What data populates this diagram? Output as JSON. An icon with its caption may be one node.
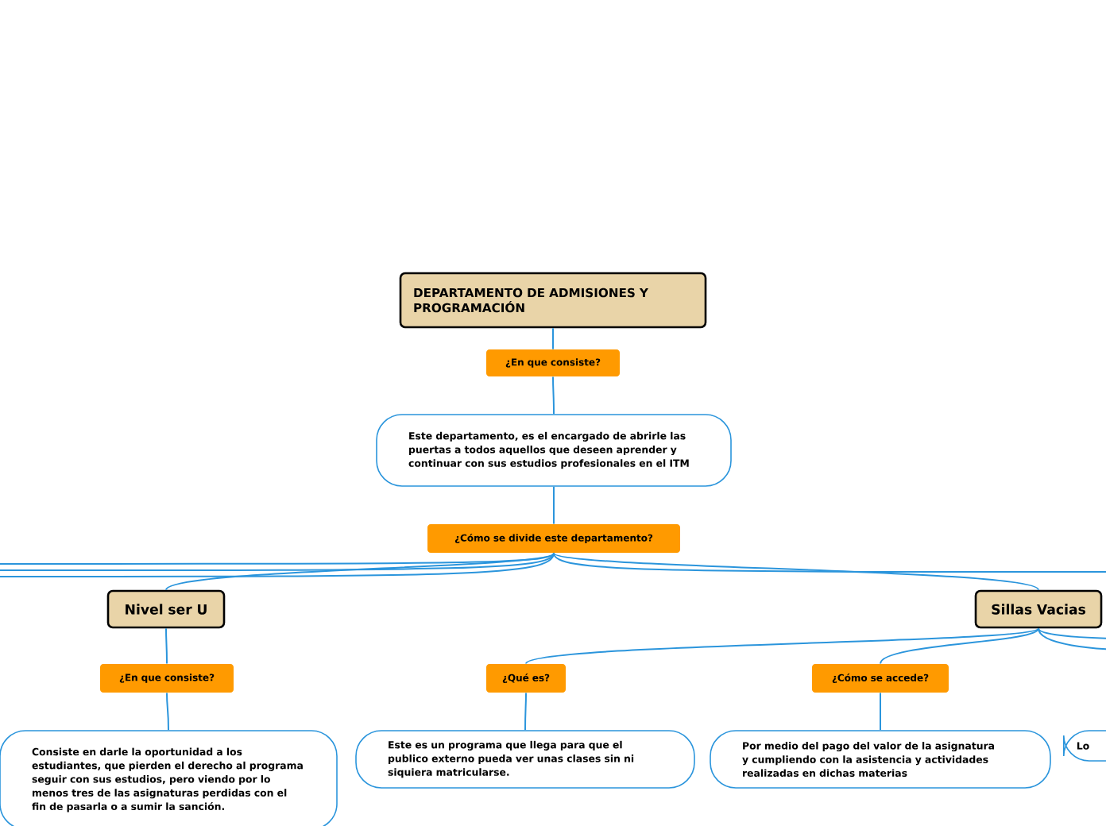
{
  "diagram": {
    "nodes": [
      {
        "text": [
          "DEPARTAMENTO DE ADMISIONES Y PROGRAMACIÓN"
        ]
      },
      {
        "text": [
          "¿En que consiste?"
        ]
      },
      {
        "text": [
          "Este departamento, es el encargado de abrirle las puertas a todos aquellos que deseen aprender y continuar con sus estudios profesionales en el ITM"
        ]
      },
      {
        "text": [
          "¿Cómo se divide este departamento?"
        ]
      },
      {
        "text": [
          "Nivel ser U"
        ]
      },
      {
        "text": [
          "¿En que consiste?"
        ]
      },
      {
        "text": [
          "Consiste en darle la oportunidad a los estudiantes, que pierden el derecho al programa seguir con sus estudios, pero viendo por lo menos tres de las asignaturas perdidas con el fin de pasarla o a sumir la sanción."
        ]
      },
      {
        "text": [
          "Sillas Vacias"
        ]
      },
      {
        "text": [
          "¿Qué es?"
        ]
      },
      {
        "text": [
          "Este es un programa que llega para que el publico externo pueda ver unas clases sin ni siquiera matricularse."
        ]
      },
      {
        "text": [
          "¿Cómo se accede?"
        ]
      },
      {
        "text": [
          "Por medio del pago del valor de la asignatura y cumpliendo con la asistencia y actividades realizadas en dichas materias"
        ]
      },
      {
        "text": [
          "Lo"
        ]
      }
    ],
    "edges": [
      {
        "from": 0,
        "to": 1,
        "arrow": "none"
      },
      {
        "from": 1,
        "to": 2,
        "arrow": "none"
      },
      {
        "from": 2,
        "to": 3,
        "arrow": "none"
      },
      {
        "from": 3,
        "to": 4,
        "arrow": "none"
      },
      {
        "from": 3,
        "to": 7,
        "arrow": "none"
      },
      {
        "from": 3,
        "to": null,
        "arrow": "none"
      },
      {
        "from": 3,
        "to": null,
        "arrow": "none"
      },
      {
        "from": 3,
        "to": null,
        "arrow": "none"
      },
      {
        "from": 3,
        "to": null,
        "arrow": "none"
      },
      {
        "from": 4,
        "to": 5,
        "arrow": "none"
      },
      {
        "from": 5,
        "to": 6,
        "arrow": "none"
      },
      {
        "from": 7,
        "to": 8,
        "arrow": "none"
      },
      {
        "from": 8,
        "to": 9,
        "arrow": "none"
      },
      {
        "from": 7,
        "to": 10,
        "arrow": "none"
      },
      {
        "from": 10,
        "to": 11,
        "arrow": "none"
      },
      {
        "from": 7,
        "to": null,
        "arrow": "none"
      },
      {
        "from": 7,
        "to": null,
        "arrow": "none"
      }
    ]
  }
}
